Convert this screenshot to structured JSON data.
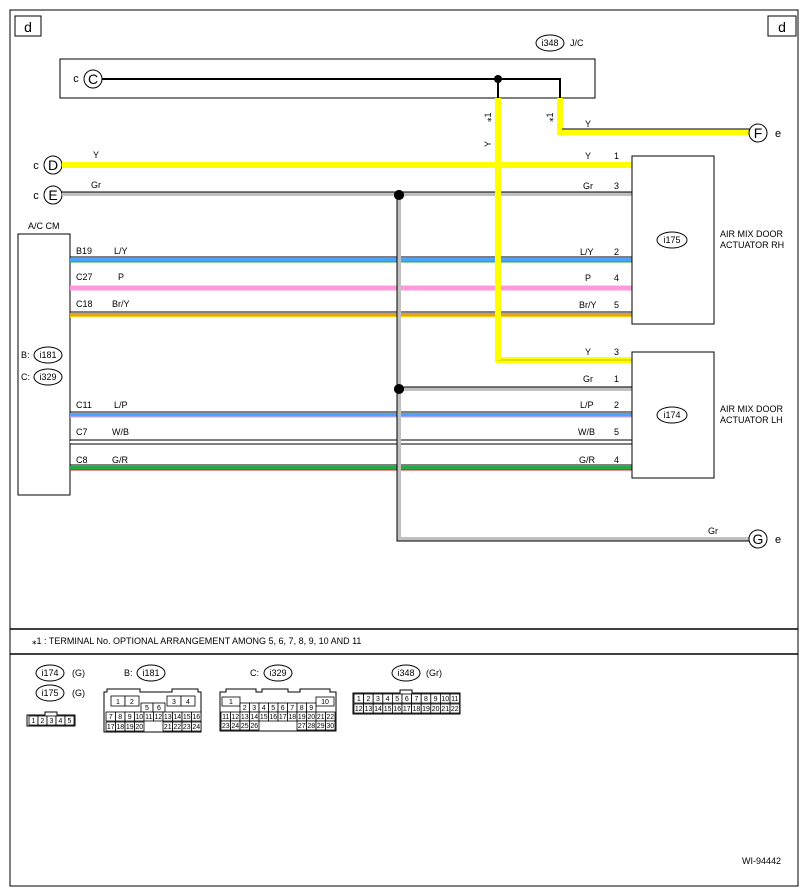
{
  "corners": {
    "left": "d",
    "right": "d"
  },
  "jc": {
    "id": "i348",
    "label": "J/C"
  },
  "connectors": {
    "C": "C",
    "D": "D",
    "E": "E",
    "F": "F",
    "G": "G",
    "c": "c",
    "e": "e"
  },
  "star_labels": {
    "star1": "⁎1",
    "y": "Y"
  },
  "wires": {
    "y_top": "Y",
    "y_d": "Y",
    "gr_e": "Gr",
    "b19": "B19",
    "b19_color": "L/Y",
    "c27": "C27",
    "c27_color": "P",
    "c18": "C18",
    "c18_color": "Br/Y",
    "c11": "C11",
    "c11_color": "L/P",
    "c7": "C7",
    "c7_color": "W/B",
    "c8": "C8",
    "c8_color": "G/R",
    "gr_g": "Gr"
  },
  "ac_cm": {
    "label": "A/C CM",
    "b_prefix": "B:",
    "b_conn": "i181",
    "c_prefix": "C:",
    "c_conn": "i329"
  },
  "rh": {
    "id": "i175",
    "title_line1": "AIR MIX DOOR",
    "title_line2": "ACTUATOR RH",
    "pins": [
      {
        "color": "Y",
        "num": "1"
      },
      {
        "color": "Gr",
        "num": "3"
      },
      {
        "color": "L/Y",
        "num": "2"
      },
      {
        "color": "P",
        "num": "4"
      },
      {
        "color": "Br/Y",
        "num": "5"
      }
    ]
  },
  "lh": {
    "id": "i174",
    "title_line1": "AIR MIX DOOR",
    "title_line2": "ACTUATOR LH",
    "pins": [
      {
        "color": "Y",
        "num": "3"
      },
      {
        "color": "Gr",
        "num": "1"
      },
      {
        "color": "L/P",
        "num": "2"
      },
      {
        "color": "W/B",
        "num": "5"
      },
      {
        "color": "G/R",
        "num": "4"
      }
    ]
  },
  "note": "⁎1 : TERMINAL No. OPTIONAL ARRANGEMENT AMONG 5, 6, 7, 8, 9, 10 AND 11",
  "legend": {
    "i174": "i174",
    "i174_color": "(G)",
    "i175": "i175",
    "i175_color": "(G)",
    "small_row": [
      "1",
      "2",
      "3",
      "4",
      "5"
    ],
    "b_prefix": "B:",
    "b_id": "i181",
    "c_prefix": "C:",
    "c_id": "i329",
    "j_id": "i348",
    "j_color": "(Gr)",
    "b_rows": [
      [
        "1",
        "2",
        "",
        "",
        "3",
        "4"
      ],
      [
        "5",
        "6"
      ],
      [
        "7",
        "8",
        "9",
        "10",
        "11",
        "12",
        "13",
        "14",
        "15",
        "16"
      ],
      [
        "17",
        "18",
        "19",
        "20",
        "21",
        "22",
        "23",
        "24"
      ]
    ],
    "c_rows": [
      [
        "1",
        "10"
      ],
      [
        "2",
        "3",
        "4",
        "5",
        "6",
        "7",
        "8",
        "9"
      ],
      [
        "11",
        "12",
        "13",
        "14",
        "15",
        "16",
        "17",
        "18",
        "19",
        "20",
        "21",
        "22"
      ],
      [
        "23",
        "24",
        "25",
        "26",
        "27",
        "28",
        "29",
        "30"
      ]
    ],
    "j_rows": [
      [
        "1",
        "2",
        "3",
        "4",
        "5",
        "6",
        "7",
        "8",
        "9",
        "10",
        "11"
      ],
      [
        "12",
        "13",
        "14",
        "15",
        "16",
        "17",
        "18",
        "19",
        "20",
        "21",
        "22"
      ]
    ]
  },
  "figure_id": "WI-94442",
  "colors": {
    "yellow": "#ffff00",
    "gray": "#c0c0c0",
    "blue": "#4aa3ff",
    "pink": "#ff99dd",
    "orange": "#e8a020",
    "green": "#22aa44"
  }
}
